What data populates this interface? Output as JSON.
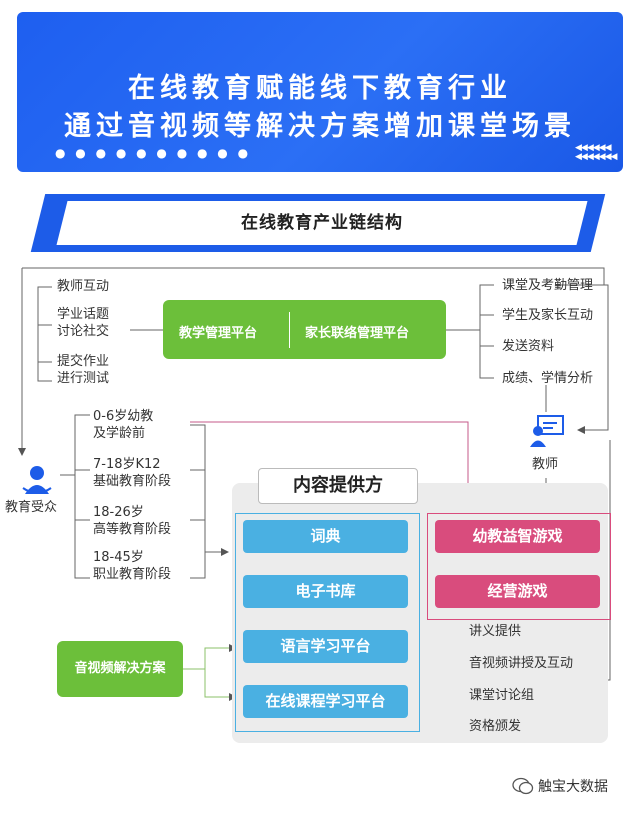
{
  "header": {
    "line1": "在线教育赋能线下教育行业",
    "line2": "通过音视频等解决方案增加课堂场景"
  },
  "section_title": "在线教育产业链结构",
  "left_top_items": [
    "教师互动",
    "学业话题",
    "讨论社交",
    "提交作业",
    "进行测试"
  ],
  "green_bar": {
    "left": "教学管理平台",
    "right": "家长联络管理平台"
  },
  "right_top_items": [
    "课堂及考勤管理",
    "学生及家长互动",
    "发送资料",
    "成绩、学情分析"
  ],
  "teacher_label": "教师",
  "learner_label": "教育受众",
  "age_groups": [
    {
      "l1": "0-6岁幼教",
      "l2": "及学龄前"
    },
    {
      "l1": "7-18岁K12",
      "l2": "基础教育阶段"
    },
    {
      "l1": "18-26岁",
      "l2": "高等教育阶段"
    },
    {
      "l1": "18-45岁",
      "l2": "职业教育阶段"
    }
  ],
  "provider_title": "内容提供方",
  "blue_items": [
    "词典",
    "电子书库",
    "语言学习平台",
    "在线课程学习平台"
  ],
  "pink_items": [
    "幼教益智游戏",
    "经营游戏"
  ],
  "service_items": [
    "讲义提供",
    "音视频讲授及互动",
    "课堂讨论组",
    "资格颁发"
  ],
  "av_solution": "音视频解决方案",
  "brand": "触宝大数据",
  "colors": {
    "blue": "#1d5ce8",
    "green": "#6cbf3a",
    "sky": "#4ab0e2",
    "pink": "#d94c7d"
  }
}
